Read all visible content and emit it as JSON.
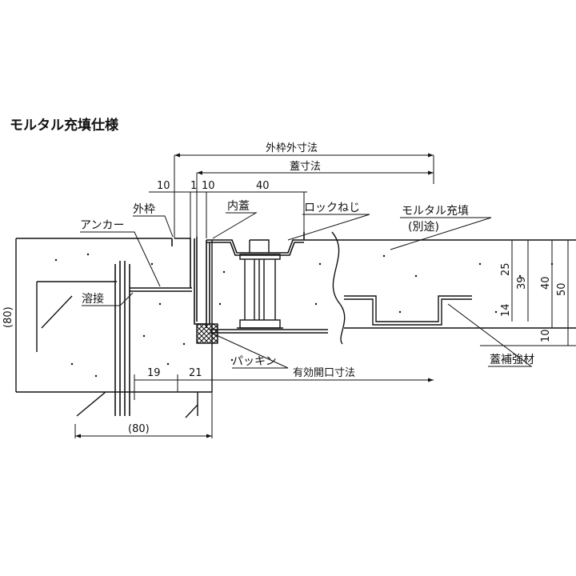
{
  "title": "モルタル充填仕様",
  "dimensions": {
    "outer_frame": "外枠外寸法",
    "cover": "蓋寸法",
    "d_10_a": "10",
    "d_1": "1",
    "d_10_b": "10",
    "d_40_top": "40",
    "d_19": "19",
    "d_21": "21",
    "d_80_left": "(80)",
    "d_80_bottom": "(80)",
    "d_25": "25",
    "d_39": "39",
    "d_40_right": "40",
    "d_50": "50",
    "d_14": "14",
    "d_10_right": "10",
    "effective_opening": "有効開口寸法"
  },
  "labels": {
    "outer_frame": "外枠",
    "inner_cover": "内蓋",
    "lock_screw": "ロックねじ",
    "mortar_fill": "モルタル充填",
    "separate": "(別途)",
    "anchor": "アンカー",
    "weld": "溶接",
    "packing": "パッキン",
    "reinforcement": "蓋補強材"
  }
}
